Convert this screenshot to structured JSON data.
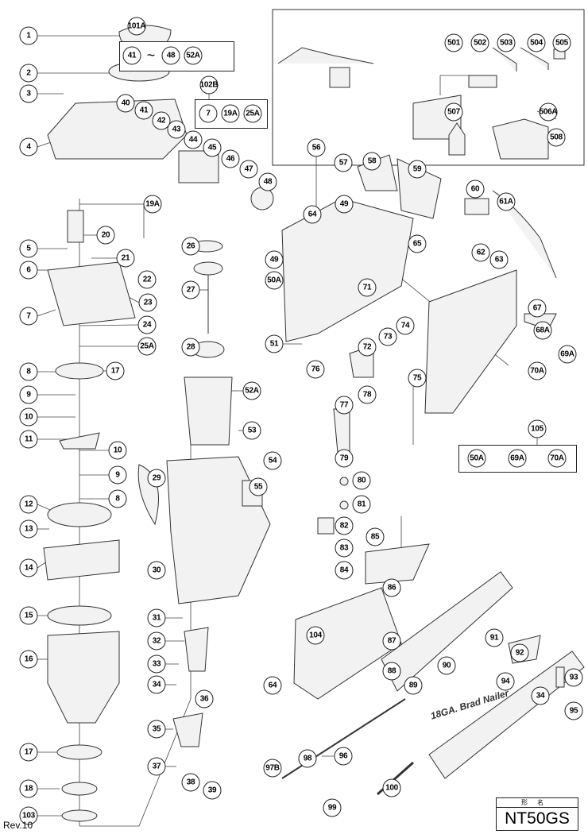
{
  "callouts": [
    "1",
    "2",
    "3",
    "4",
    "40",
    "41",
    "42",
    "43",
    "44",
    "45",
    "46",
    "47",
    "48",
    "19A",
    "20",
    "5",
    "21",
    "6",
    "22",
    "7",
    "23",
    "24",
    "25A",
    "17",
    "8",
    "9",
    "10",
    "11",
    "10",
    "9",
    "8",
    "12",
    "13",
    "14",
    "15",
    "16",
    "17",
    "18",
    "103",
    "101A",
    "41",
    "48",
    "52A",
    "102B",
    "7",
    "19A",
    "25A",
    "501",
    "502",
    "503",
    "504",
    "505",
    "506A",
    "507",
    "508",
    "26",
    "27",
    "28",
    "52A",
    "53",
    "29",
    "55",
    "30",
    "31",
    "32",
    "33",
    "34",
    "35",
    "36",
    "37",
    "38",
    "39",
    "56",
    "57",
    "58",
    "59",
    "64",
    "49",
    "49",
    "50A",
    "51",
    "65",
    "71",
    "72",
    "73",
    "74",
    "75",
    "76",
    "77",
    "78",
    "54",
    "79",
    "80",
    "81",
    "82",
    "83",
    "84",
    "85",
    "86",
    "104",
    "87",
    "88",
    "89",
    "64",
    "90",
    "96",
    "97B",
    "98",
    "99",
    "100",
    "60",
    "61A",
    "62",
    "63",
    "67",
    "68A",
    "69A",
    "70A",
    "105",
    "50A",
    "69A",
    "70A",
    "91",
    "92",
    "93",
    "94",
    "34",
    "95"
  ],
  "range_symbol": "~",
  "revision": "Rev.10",
  "model_label": "形名",
  "model": "NT50GS",
  "magazine_marking": "18GA. Brad Nailer"
}
